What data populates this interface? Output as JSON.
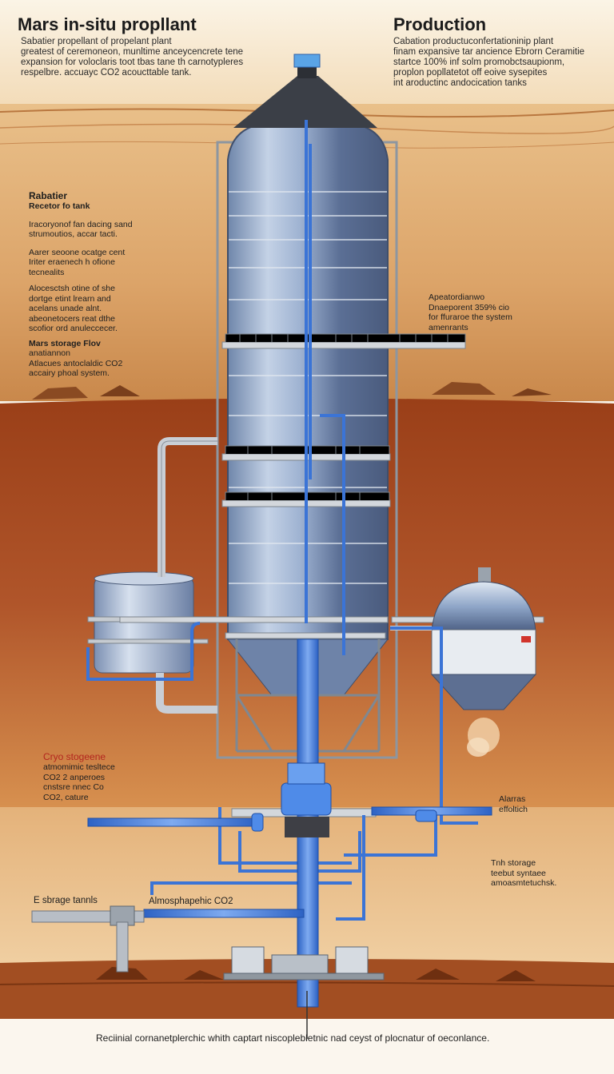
{
  "header": {
    "title_left": "Mars in-situ propllant",
    "title_right": "Production",
    "left_lines": [
      "Sabatier propellant of propelant plant",
      "greatest of ceremoneon, munltime anceycencrete tene",
      "expansion for voloclaris toot tbas tane th carnotypleres",
      "respelbre. accuayc CO2 acoucttable tank."
    ],
    "right_lines": [
      "Cabation productuconfertationinip plant",
      "finam expansive tar ancience Ebrorn Ceramitie",
      "startce 100% inf solm promobctsaupionm,",
      "proplon popllatetot off eoive sysepites",
      "int aroductinc andocication tanks"
    ]
  },
  "left_labels": {
    "heading": "Rabatier",
    "subheading": "Recetor fo tank",
    "group1": [
      "Iracoryonof fan dacing sand",
      "strumoutios, accar tacti."
    ],
    "group2": [
      "Aarer seoone ocatge cent",
      "Iriter eraenech h ofione",
      "tecnealits"
    ],
    "group3": [
      "Alocesctsh otine of she",
      "dortge etint lrearn and",
      "acelans unade alnt.",
      "abeonetocers reat dthe",
      "scofior ord anuleccecer."
    ],
    "storage_heading": "Mars storage Flov",
    "storage_lines": [
      "anatiannon",
      "Atlacues antoclaldic CO2",
      "accairy phoal system."
    ]
  },
  "right_label": {
    "lines": [
      "Apeatordianwo",
      "Dnaeporent 359% cio",
      "for ffuraroe the system",
      "amenrants"
    ]
  },
  "cryo": {
    "heading": "Cryo stogeene",
    "lines": [
      "atmomimic tesltece",
      "CO2 2 anperoes",
      "cnstsre nnec Co",
      "CO2, cature"
    ]
  },
  "side_labels": {
    "alarras_lines": [
      "Alarras",
      "effoltich"
    ],
    "storage_right_lines": [
      "Tnh storage",
      "teebut syntaee",
      "amoasmtetuchsk."
    ],
    "storage_tanks": "E sbrage tannls",
    "atmospheric": "Almosphapehic CO2"
  },
  "footer": {
    "caption": "Reciinial cornanetplerchic whith captart niscoplebletnic nad ceyst of plocnatur of oeconlance."
  },
  "colors": {
    "sky": "#fbf2e1",
    "soil_light": "#d29a5e",
    "soil_dark": "#8a3c18",
    "tank_steel": "#8fa6c8",
    "pipe_blue": "#3f7de0",
    "frame_grey": "#9aa3ad"
  },
  "icons": {
    "tank_cap": "cone-cap-icon",
    "vent": "vent-plume-icon",
    "valve": "pipe-valve-icon"
  }
}
